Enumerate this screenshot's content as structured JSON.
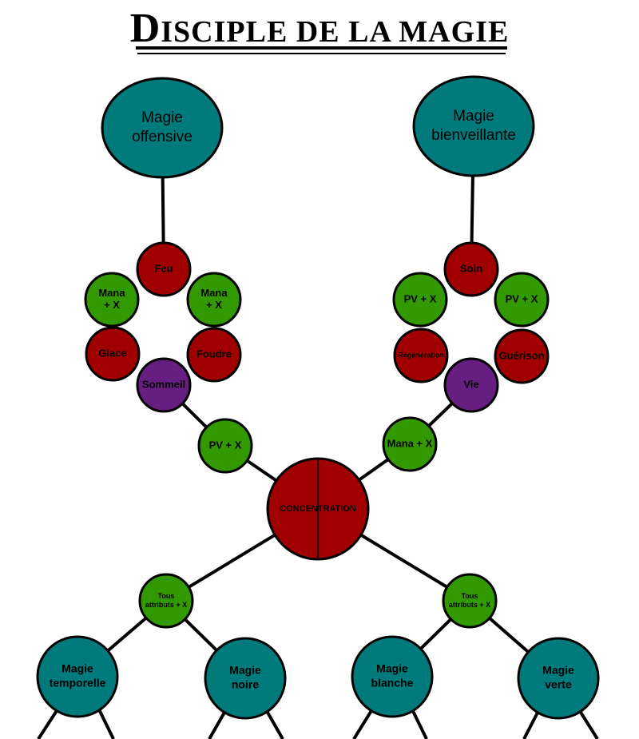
{
  "title": {
    "initial": "D",
    "rest": "ISCIPLE DE LA MAGIE"
  },
  "colors": {
    "teal": "#007a7a",
    "red": "#a00000",
    "green": "#339900",
    "purple": "#661f80",
    "stroke": "#000000"
  },
  "nodes": {
    "magie_offensive": [
      "Magie",
      "offensive"
    ],
    "magie_bienveillante": [
      "Magie",
      "bienveillante"
    ],
    "feu": [
      "Feu"
    ],
    "mana_l1": [
      "Mana",
      "+ X"
    ],
    "mana_l2": [
      "Mana",
      "+ X"
    ],
    "glace": [
      "Glace"
    ],
    "foudre": [
      "Foudre"
    ],
    "sommeil": [
      "Sommeil"
    ],
    "soin": [
      "Soin"
    ],
    "pv_r1": [
      "PV + X"
    ],
    "pv_r2": [
      "PV + X"
    ],
    "regeneration": [
      "Régénération"
    ],
    "guerison": [
      "Guérison"
    ],
    "vie": [
      "Vie"
    ],
    "pv_mid": [
      "PV + X"
    ],
    "mana_mid": [
      "Mana + X"
    ],
    "concentration": [
      "CONCENTRATION"
    ],
    "attr_left": [
      "Tous",
      "attributs + X"
    ],
    "attr_right": [
      "Tous",
      "attributs + X"
    ],
    "magie_temporelle": [
      "Magie",
      "temporelle"
    ],
    "magie_noire": [
      "Magie",
      "noire"
    ],
    "magie_blanche": [
      "Magie",
      "blanche"
    ],
    "magie_verte": [
      "Magie",
      "verte"
    ]
  }
}
